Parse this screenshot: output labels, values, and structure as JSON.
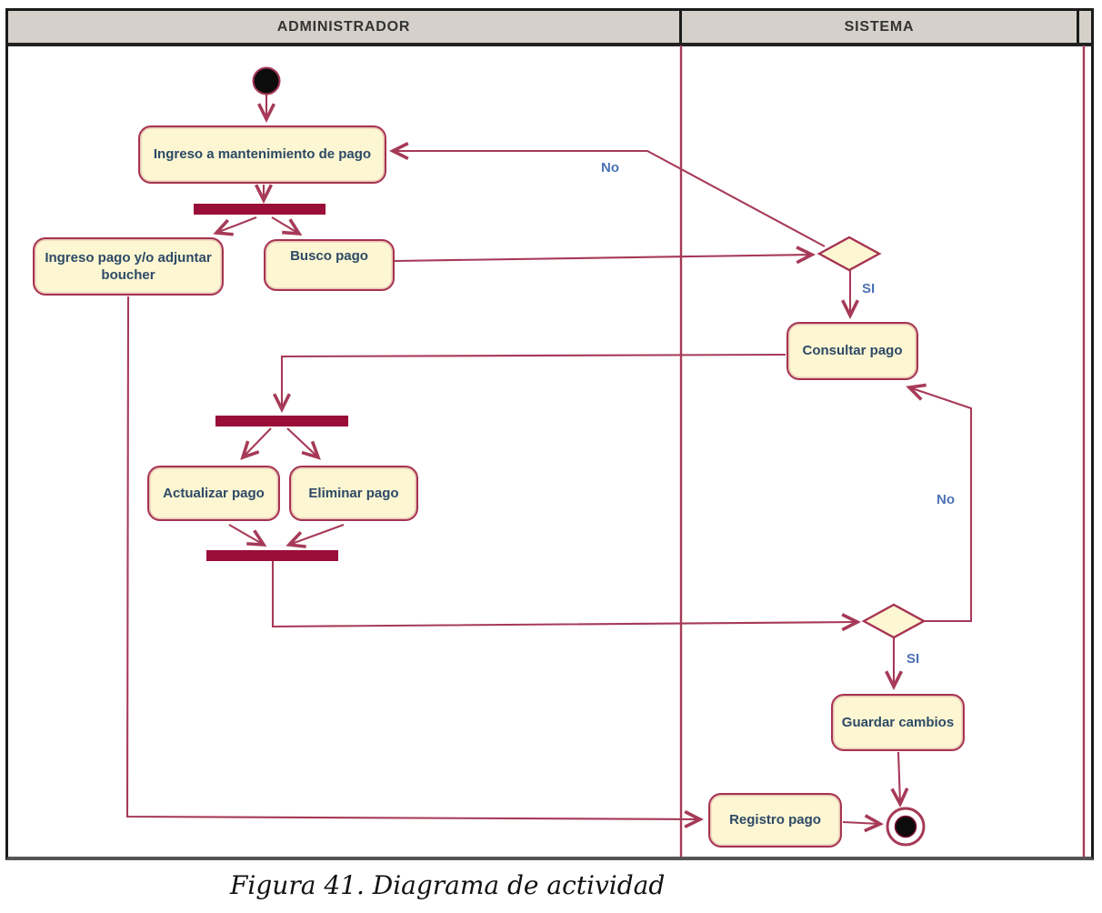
{
  "header": {
    "lanes": [
      "ADMINISTRADOR",
      "SISTEMA",
      ""
    ]
  },
  "activities": {
    "ingreso_mantenimiento": "Ingreso a mantenimiento de pago",
    "ingreso_pago": "Ingreso pago y/o adjuntar boucher",
    "busco_pago": "Busco pago",
    "consultar_pago": "Consultar pago",
    "actualizar_pago": "Actualizar pago",
    "eliminar_pago": "Eliminar pago",
    "guardar_cambios": "Guardar cambios",
    "registro_pago": "Registro pago"
  },
  "guards": {
    "no1": "No",
    "si1": "SI",
    "no2": "No",
    "si2": "SI"
  },
  "flow": [
    {
      "from": "inicio",
      "to": "ingreso_mantenimiento"
    },
    {
      "from": "ingreso_mantenimiento",
      "to": "fork-1"
    },
    {
      "from": "fork-1",
      "to": "ingreso_pago"
    },
    {
      "from": "fork-1",
      "to": "busco_pago"
    },
    {
      "from": "busco_pago",
      "to": "decision-1"
    },
    {
      "from": "decision-1",
      "to": "ingreso_mantenimiento",
      "guard": "No"
    },
    {
      "from": "decision-1",
      "to": "consultar_pago",
      "guard": "SI"
    },
    {
      "from": "consultar_pago",
      "to": "fork-2"
    },
    {
      "from": "fork-2",
      "to": "actualizar_pago"
    },
    {
      "from": "fork-2",
      "to": "eliminar_pago"
    },
    {
      "from": "actualizar_pago",
      "to": "join-1"
    },
    {
      "from": "eliminar_pago",
      "to": "join-1"
    },
    {
      "from": "join-1",
      "to": "decision-2"
    },
    {
      "from": "decision-2",
      "to": "consultar_pago",
      "guard": "No"
    },
    {
      "from": "decision-2",
      "to": "guardar_cambios",
      "guard": "SI"
    },
    {
      "from": "guardar_cambios",
      "to": "fin"
    },
    {
      "from": "ingreso_pago",
      "to": "registro_pago"
    },
    {
      "from": "registro_pago",
      "to": "fin"
    }
  ],
  "caption": "Figura 41. Diagrama de actividad",
  "colors": {
    "crimson": "#a63a58",
    "bar": "#9a0f3a",
    "node-fill": "#fcf6d2",
    "node-border": "#a63352",
    "header-bg": "#d5d1ca",
    "guard-text": "#4c73b4",
    "node-text": "#2d4a66"
  }
}
